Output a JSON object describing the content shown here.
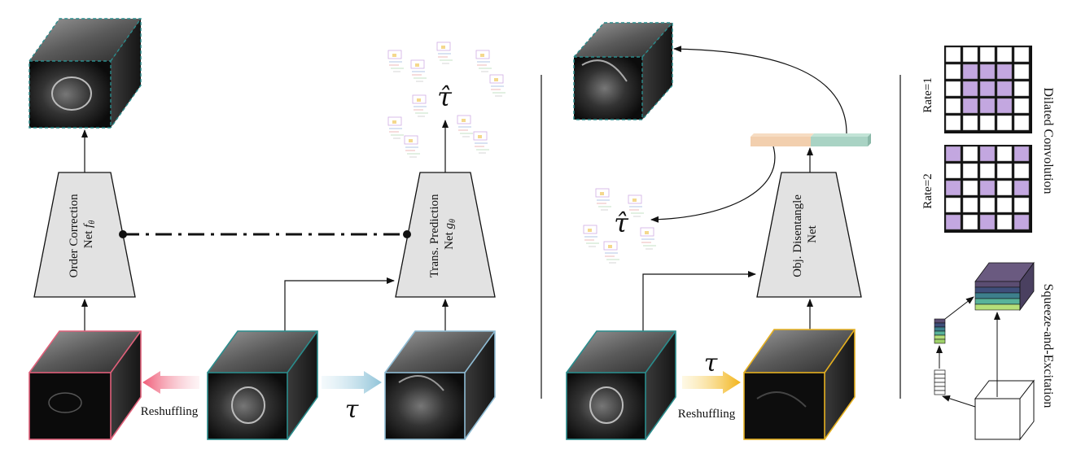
{
  "left_panel": {
    "order_net": {
      "line1": "Order Correction",
      "line2": "Net",
      "symbol": "f",
      "subscript": "θ"
    },
    "trans_net": {
      "line1": "Trans. Prediction",
      "line2": "Net",
      "symbol": "g",
      "subscript": "θ"
    },
    "reshuffle_label": "Reshuffling",
    "tau": "τ",
    "tau_hat": "τ̂"
  },
  "middle_panel": {
    "net": {
      "line1": "Obj. Disentangle",
      "line2": "Net"
    },
    "reshuffle_label": "Reshuffling",
    "tau": "τ",
    "tau_hat": "τ̂"
  },
  "right_panel": {
    "dilated_title": "Dilated Convolution",
    "rate1": "Rate=1",
    "rate2": "Rate=2",
    "se_title": "Squeeze-and-Excitation"
  },
  "colors": {
    "teal": "#2a8c8c",
    "pink": "#e0607a",
    "light_blue": "#8fbcd4",
    "gold": "#e5b020",
    "purple": "#c3a7e0",
    "peach": "#f2cfae",
    "sage": "#a9d3c4"
  }
}
